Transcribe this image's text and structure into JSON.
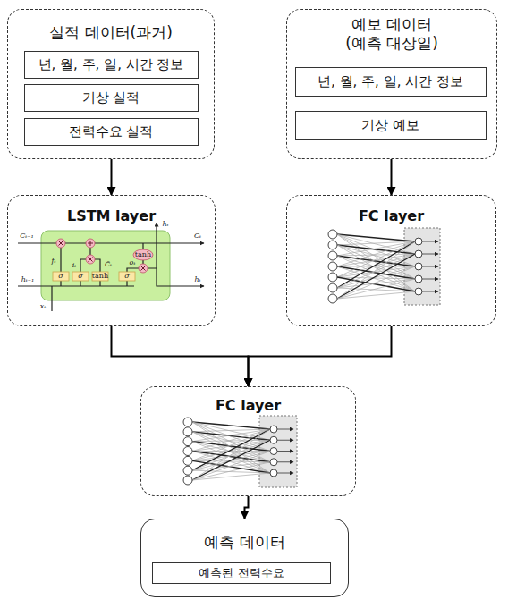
{
  "diagram": {
    "nodes": [
      {
        "text": [
          "실적 데이터(과거)"
        ]
      },
      {
        "text": [
          "년, 월, 주, 일, 시간 정보"
        ],
        "in": 0
      },
      {
        "text": [
          "기상 실적"
        ],
        "in": 0
      },
      {
        "text": [
          "전력수요 실적"
        ],
        "in": 0
      },
      {
        "text": [
          "예보 데이터 (예측 대상일)"
        ]
      },
      {
        "text": [
          "년, 월, 주, 일, 시간 정보"
        ],
        "in": 4
      },
      {
        "text": [
          "기상 예보"
        ],
        "in": 4
      },
      {
        "text": [
          "LSTM layer"
        ]
      },
      {
        "text": [
          "FC layer"
        ]
      },
      {
        "text": [
          "FC layer"
        ]
      },
      {
        "text": [
          "예측 데이터"
        ]
      },
      {
        "text": [
          "예측된 전력수요"
        ],
        "in": 10
      }
    ],
    "edges": [
      {
        "from": 0,
        "to": 7,
        "arrow": "to"
      },
      {
        "from": 4,
        "to": 8,
        "arrow": "to"
      },
      {
        "from": 7,
        "to": 9,
        "arrow": "to"
      },
      {
        "from": 8,
        "to": 9,
        "arrow": "to"
      },
      {
        "from": 9,
        "to": 10,
        "arrow": "to"
      }
    ],
    "labels": [
      "Cₜ₋₁",
      "hₜ",
      "Cₜ",
      "fₜ",
      "iₜ",
      "C̃ₜ",
      "oₜ",
      "tanh",
      "hₜ₋₁",
      "σ",
      "σ",
      "tanh",
      "σ",
      "hₜ",
      "xₜ"
    ]
  }
}
